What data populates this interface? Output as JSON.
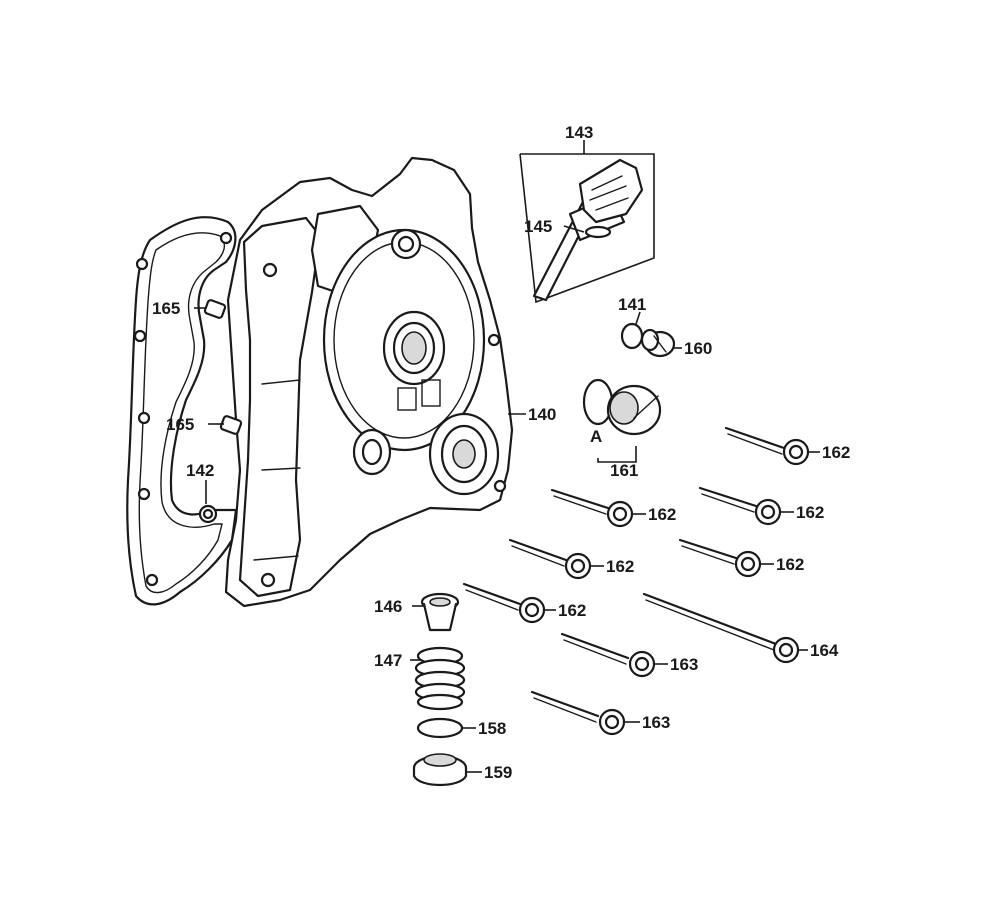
{
  "diagram": {
    "labels": {
      "l143": "143",
      "l145": "145",
      "l141": "141",
      "l160": "160",
      "l140": "140",
      "lA": "A",
      "l161": "161",
      "l165a": "165",
      "l165b": "165",
      "l142": "142",
      "l162a": "162",
      "l162b": "162",
      "l162c": "162",
      "l162d": "162",
      "l162e": "162",
      "l162f": "162",
      "l146": "146",
      "l147": "147",
      "l158": "158",
      "l159": "159",
      "l163a": "163",
      "l163b": "163",
      "l164": "164"
    }
  }
}
